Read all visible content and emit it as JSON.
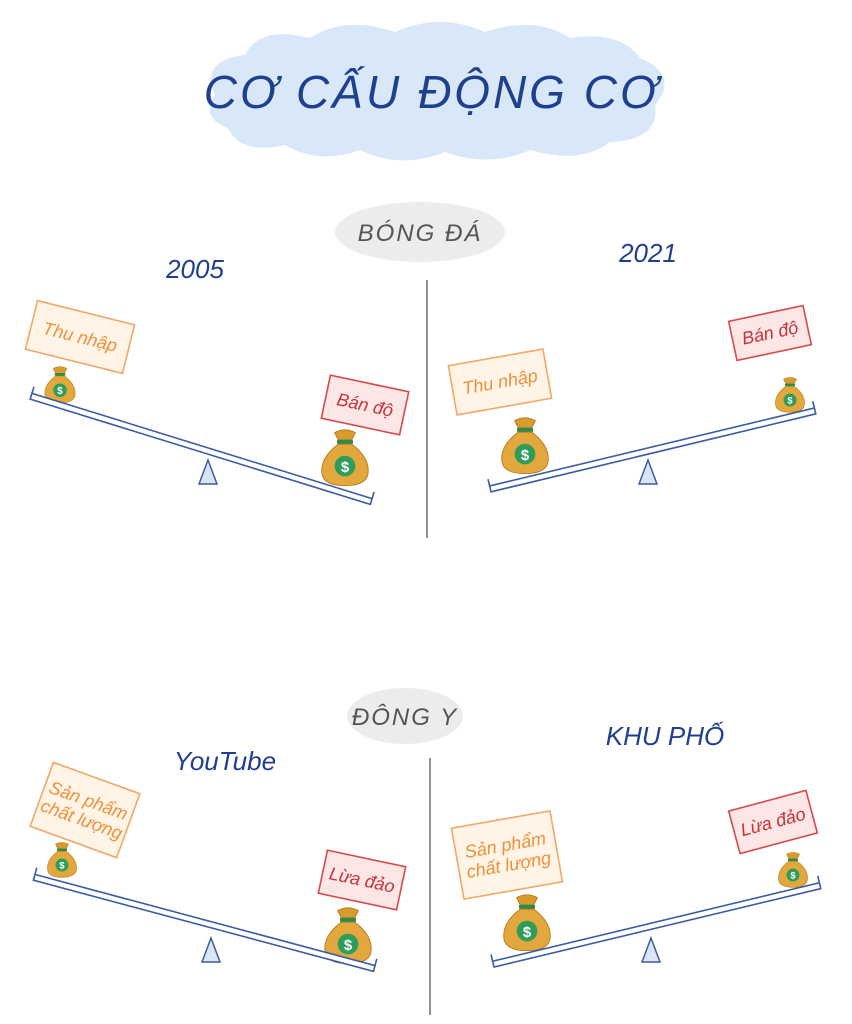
{
  "title": "CƠ CẤU ĐỘNG CƠ",
  "sections": [
    {
      "name": "BÓNG ĐÁ",
      "left": {
        "heading": "2005",
        "good_label": "Thu nhập",
        "bad_label": "Bán độ",
        "heavier": "bad"
      },
      "right": {
        "heading": "2021",
        "good_label": "Thu nhập",
        "bad_label": "Bán độ",
        "heavier": "good"
      }
    },
    {
      "name": "ĐÔNG Y",
      "left": {
        "heading": "YouTube",
        "good_label_line1": "Sản phẩm",
        "good_label_line2": "chất lượng",
        "bad_label": "Lừa đảo",
        "heavier": "bad"
      },
      "right": {
        "heading": "KHU PHỐ",
        "good_label_line1": "Sản phẩm",
        "good_label_line2": "chất lượng",
        "bad_label": "Lừa đảo",
        "heavier": "good"
      }
    }
  ],
  "colors": {
    "title": "#1f3f8f",
    "cloud": "#d8e8f8",
    "good": "#f0903a",
    "bad": "#c8323a",
    "beam": "#3b5ba5",
    "bag": "#e0a53a",
    "coin": "#2e9d5a"
  }
}
